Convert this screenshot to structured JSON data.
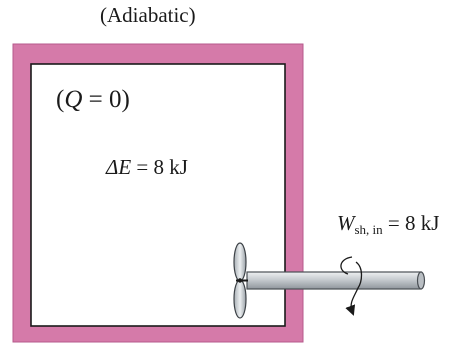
{
  "header": {
    "label": "(Adiabatic)"
  },
  "system": {
    "heat": {
      "open": "(",
      "symbol": "Q",
      "equals": " = ",
      "value": "0",
      "close": ")"
    },
    "energy_change": {
      "symbol": "ΔE",
      "equals": " = ",
      "value": "8 kJ"
    }
  },
  "shaft_work": {
    "symbol": "W",
    "subscript": "sh, in",
    "equals": " = ",
    "value": "8 kJ"
  },
  "colors": {
    "insulation": "#d57aa9",
    "insulation_edge": "#b65a8c",
    "wall": "#1a1a1a",
    "shaft": "#c4c9cd",
    "text": "#1a1a1a"
  }
}
